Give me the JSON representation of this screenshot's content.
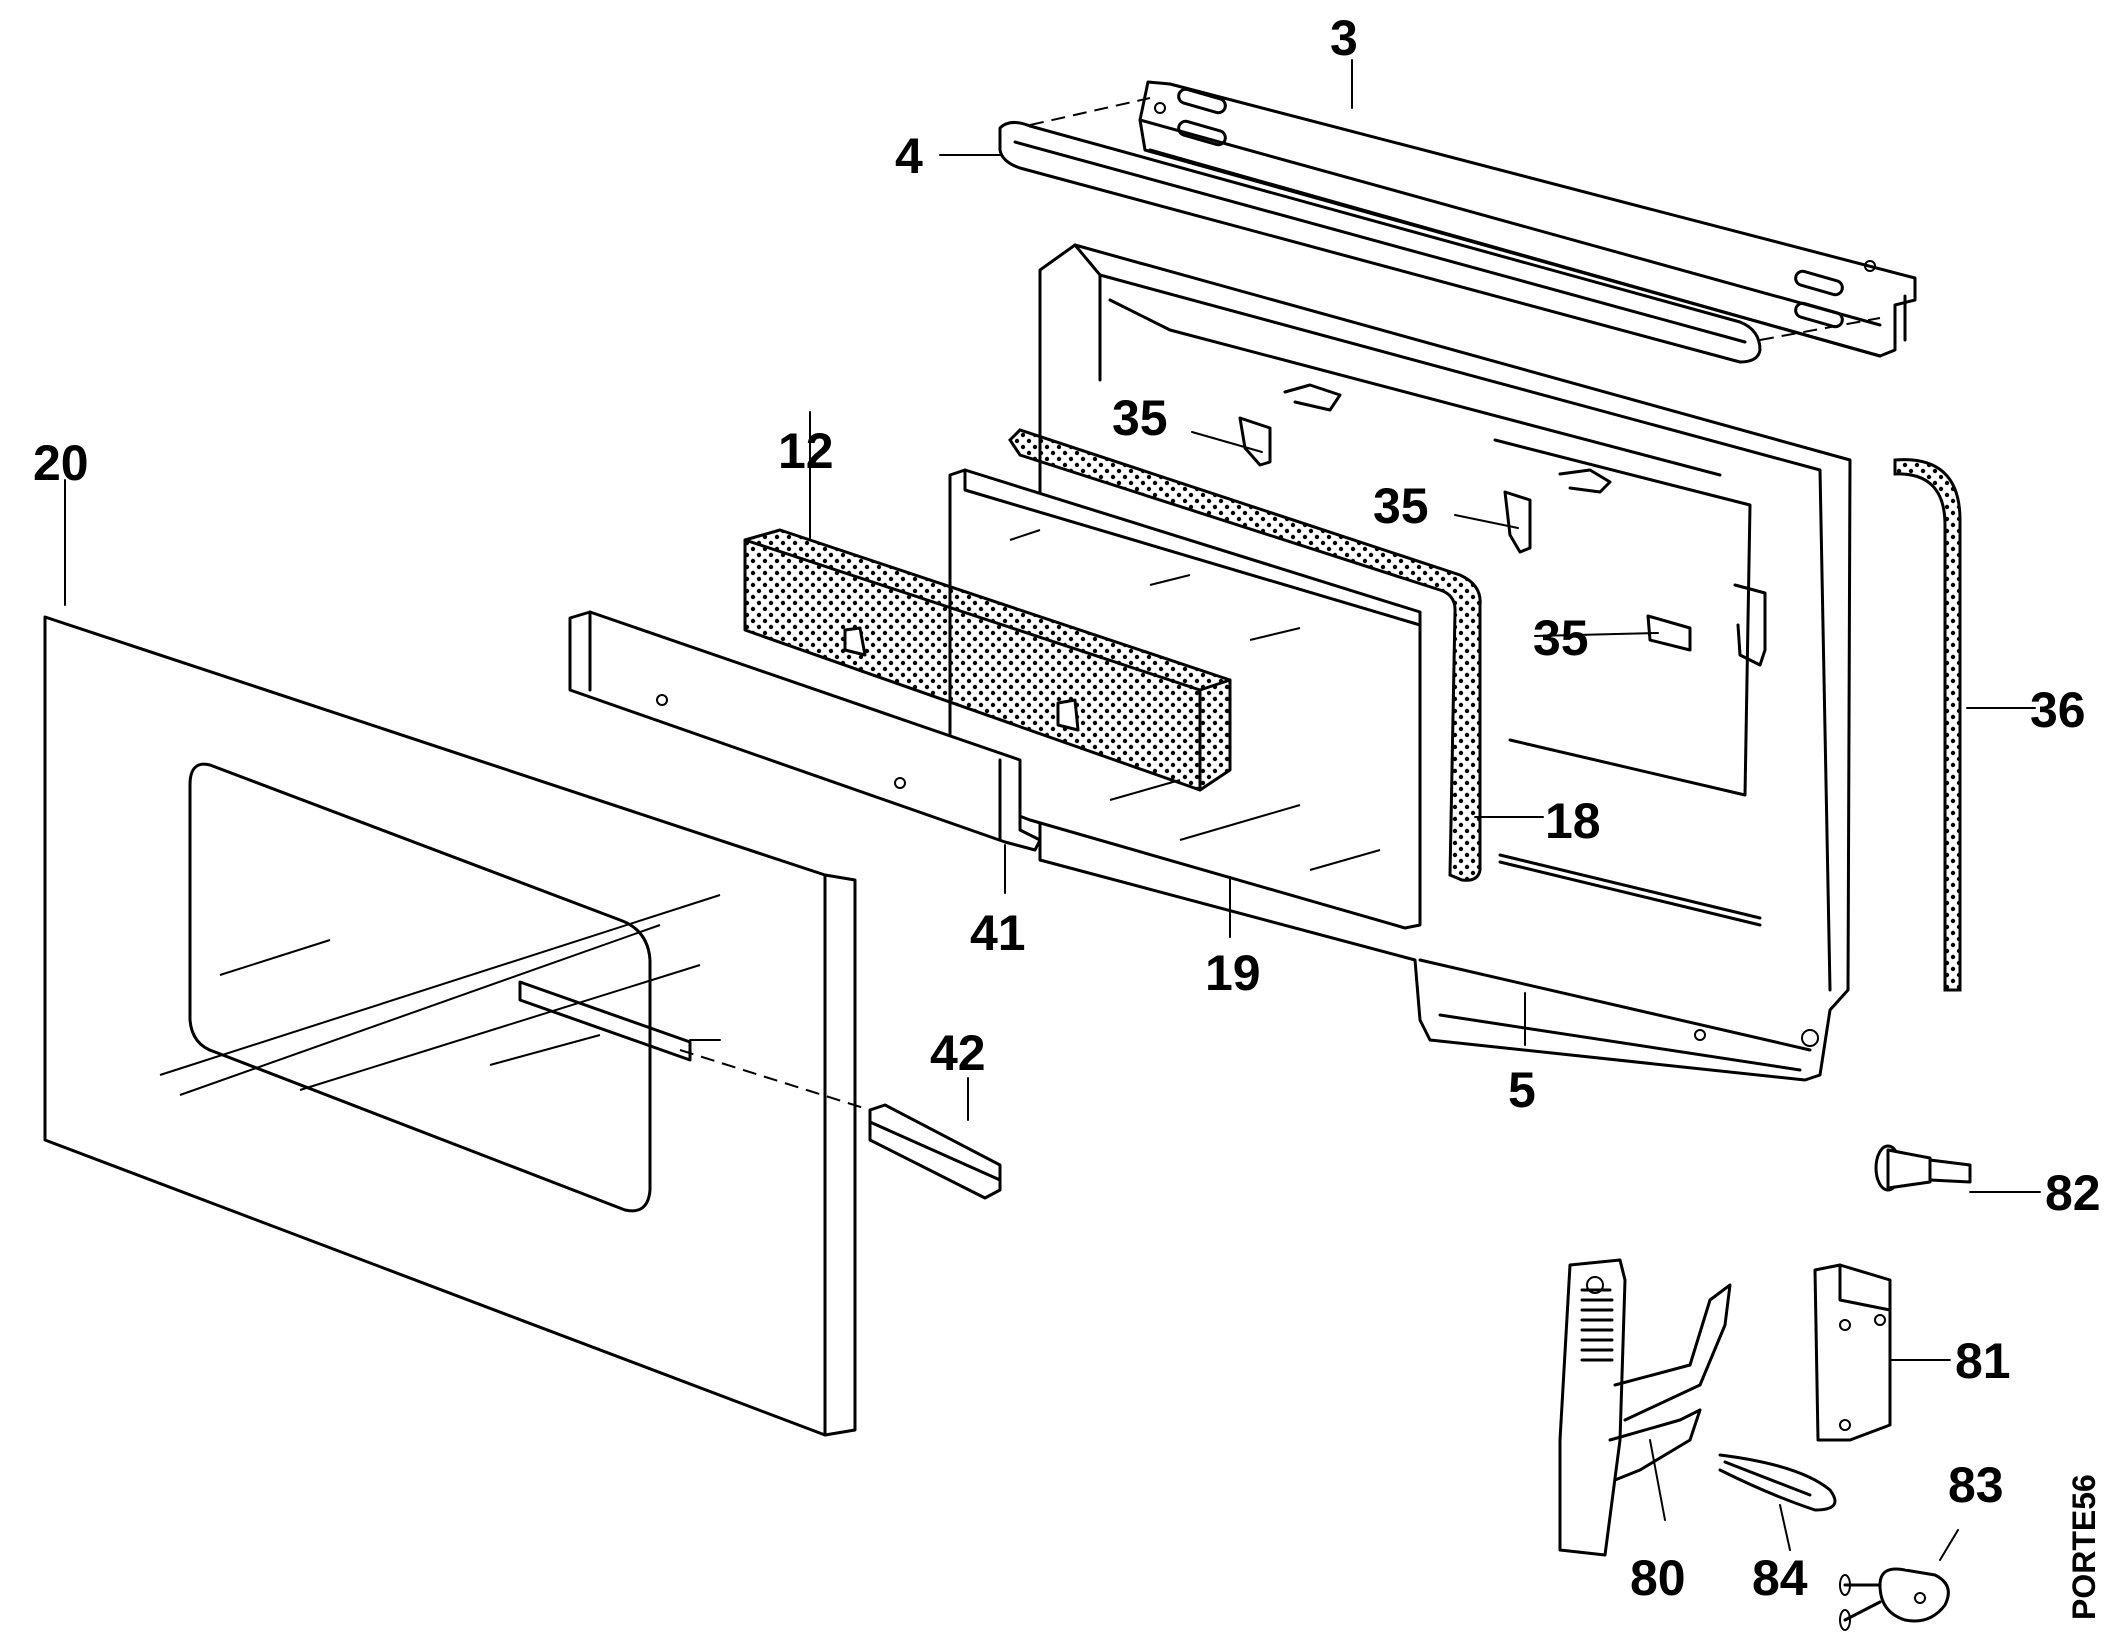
{
  "diagram": {
    "callouts": {
      "part_3": "3",
      "part_4": "4",
      "part_5": "5",
      "part_12": "12",
      "part_18": "18",
      "part_19": "19",
      "part_20": "20",
      "part_35a": "35",
      "part_35b": "35",
      "part_35c": "35",
      "part_36": "36",
      "part_41": "41",
      "part_42": "42",
      "part_80": "80",
      "part_81": "81",
      "part_82": "82",
      "part_83": "83",
      "part_84": "84"
    },
    "reference_code": "PORTE56",
    "line_color": "#000000",
    "background_color": "#ffffff"
  }
}
